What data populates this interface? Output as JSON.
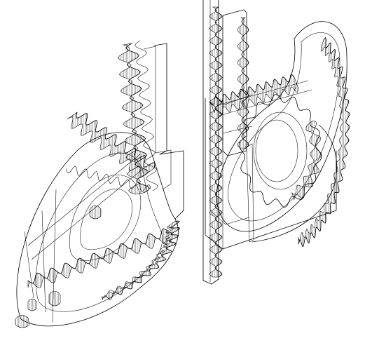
{
  "viewport": {
    "background": "#ffffff",
    "line_color": "#000000"
  },
  "parts": [
    {
      "id": "left-assembly",
      "kind": "gear-mechanism",
      "view": "isometric-wireframe"
    },
    {
      "id": "center-rack-tall",
      "kind": "gear-rack"
    },
    {
      "id": "center-rack-short",
      "kind": "gear-rack"
    },
    {
      "id": "right-assembly",
      "kind": "gear-mechanism",
      "view": "isometric-wireframe"
    }
  ]
}
